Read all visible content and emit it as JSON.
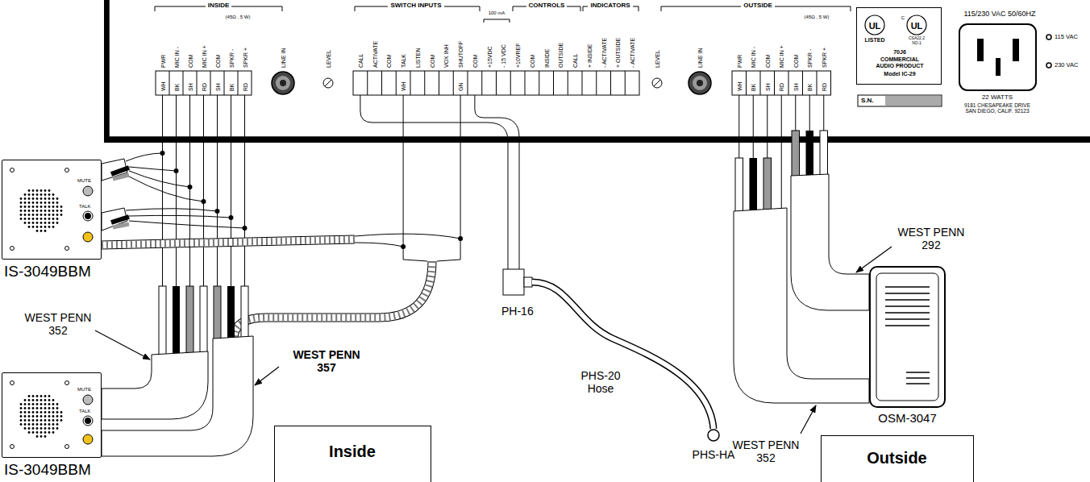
{
  "diagram": {
    "nodes": [
      {
        "text": [
          "UL",
          "UL",
          "LISTED",
          "C",
          "CSA22.2 NO.1",
          "70J6",
          "COMMERCIAL AUDIO PRODUCT",
          "Model IC-29"
        ]
      },
      {
        "text": [
          "MUTE",
          "TALK",
          "IS-3049BBM"
        ]
      },
      {
        "text": [
          "MUTE",
          "TALK",
          "IS-3049BBM"
        ]
      },
      {
        "text": [
          "OSM-3047"
        ]
      },
      {
        "text": [
          "Inside"
        ]
      },
      {
        "text": [
          "Outside"
        ]
      }
    ],
    "labels": [
      "INSIDE",
      "(45Ω , 5 W)",
      "PWR",
      "MIC IN -",
      "COM",
      "MIC IN +",
      "COM",
      "SPKR -",
      "SPKR +",
      "WH",
      "BK",
      "SH",
      "RD",
      "SH",
      "BK",
      "RD",
      "LINE IN",
      "LEVEL",
      "SWITCH INPUTS",
      "CALL",
      "ACTIVATE",
      "COM",
      "TALK",
      "LISTEN",
      "COM",
      "VOX INH",
      "SHUTOFF",
      "COM",
      "WH",
      "GN",
      "100 mA",
      "CONTROLS",
      "INDICATORS",
      "+15VDC",
      "- 15 VDC",
      "+10VREF",
      "COM",
      "INSIDE",
      "OUTSIDE",
      "CALL",
      "+ INSIDE",
      "- ACTIVATE",
      "+ OUTSIDE",
      "- ACTIVATE",
      "LEVEL",
      "LINE IN",
      "OUTSIDE",
      "(45Ω , 5 W)",
      "PWR",
      "MIC IN -",
      "COM",
      "MIC IN +",
      "COM",
      "SPKR -",
      "SPKR +",
      "WH",
      "BK",
      "SH",
      "RD",
      "SH",
      "BK",
      "RD",
      "115/230 VAC 50/60HZ",
      "115 VAC",
      "230 VAC",
      "22 WATTS",
      "9181 CHESAPEAKE DRIVE SAN DIEGO, CALIF. 92123",
      "S.N.",
      "WEST PENN 352",
      "WEST PENN 357",
      "PH-16",
      "PHS-20 Hose",
      "PHS-HA",
      "WEST PENN 292",
      "WEST PENN 352"
    ]
  }
}
